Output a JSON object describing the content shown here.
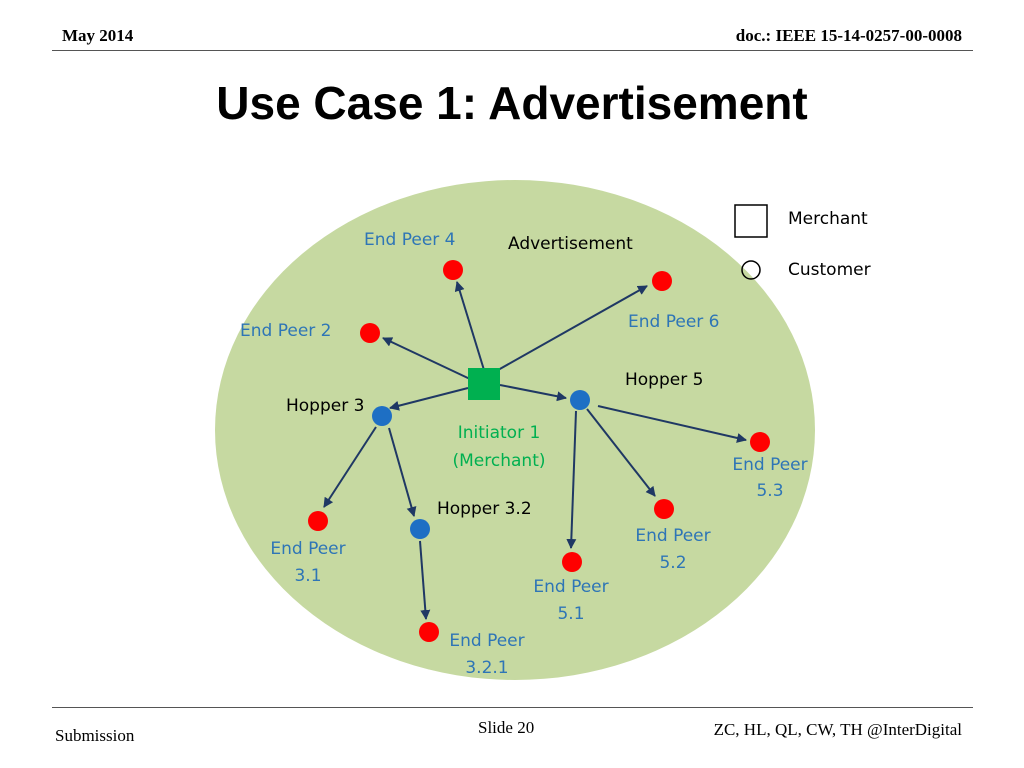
{
  "header": {
    "date": "May 2014",
    "doc_id": "doc.: IEEE 15-14-0257-00-0008"
  },
  "title": "Use Case 1: Advertisement",
  "legend": {
    "merchant": "Merchant",
    "customer": "Customer"
  },
  "diagram": {
    "message_label": "Advertisement",
    "initiator": {
      "line1": "Initiator 1",
      "line2": "(Merchant)"
    },
    "hoppers": {
      "h3": "Hopper 3",
      "h3_2": "Hopper 3.2",
      "h5": "Hopper 5"
    },
    "end_peers": {
      "ep4": "End Peer 4",
      "ep2": "End Peer 2",
      "ep6": "End Peer 6",
      "ep3_1": [
        "End Peer",
        "3.1"
      ],
      "ep3_2_1": [
        "End Peer",
        "3.2.1"
      ],
      "ep5_1": [
        "End Peer",
        "5.1"
      ],
      "ep5_2": [
        "End Peer",
        "5.2"
      ],
      "ep5_3": [
        "End Peer",
        "5.3"
      ]
    },
    "colors": {
      "area": "#c6d9a1",
      "merchant": "#00b050",
      "hopper": "#1e6fc4",
      "end_peer": "#ff0000",
      "arrow": "#1f3864",
      "label": "#2e75b6"
    }
  },
  "footer": {
    "left": "Submission",
    "slide": "Slide 20",
    "authors": "ZC, HL, QL, CW, TH @InterDigital"
  }
}
